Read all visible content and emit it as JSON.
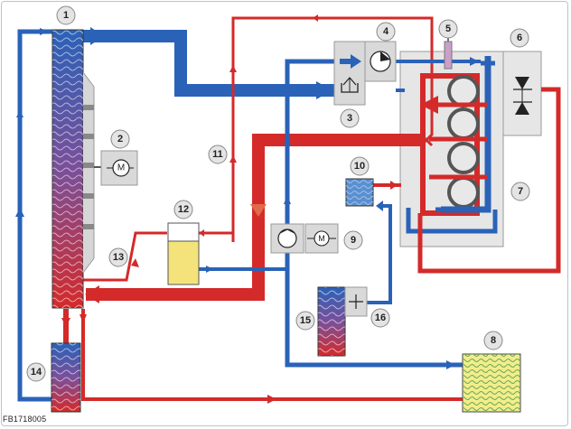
{
  "figure_code": "FB1718005",
  "colors": {
    "hot": "#d42a2a",
    "cold": "#2a62b8",
    "component_fill": "#d9d9d9",
    "block_fill": "#e6e6e6",
    "oil_yellow": "#f4e37a"
  },
  "callouts": [
    {
      "id": "1",
      "label": "1"
    },
    {
      "id": "2",
      "label": "2"
    },
    {
      "id": "3",
      "label": "3"
    },
    {
      "id": "4",
      "label": "4"
    },
    {
      "id": "5",
      "label": "5"
    },
    {
      "id": "6",
      "label": "6"
    },
    {
      "id": "7",
      "label": "7"
    },
    {
      "id": "8",
      "label": "8"
    },
    {
      "id": "9",
      "label": "9"
    },
    {
      "id": "10",
      "label": "10"
    },
    {
      "id": "11",
      "label": "11"
    },
    {
      "id": "12",
      "label": "12"
    },
    {
      "id": "13",
      "label": "13"
    },
    {
      "id": "14",
      "label": "14"
    },
    {
      "id": "15",
      "label": "15"
    },
    {
      "id": "16",
      "label": "16"
    }
  ],
  "motor_symbol": "M"
}
